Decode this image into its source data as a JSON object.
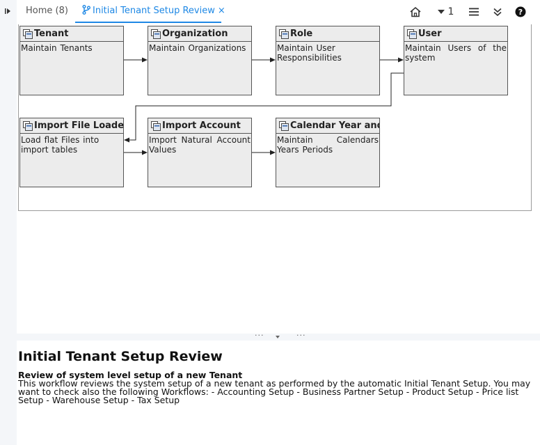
{
  "tabs": {
    "home_label": "Home (8)",
    "active_label": "Initial Tenant Setup Review",
    "close_glyph": "×"
  },
  "toolbar": {
    "window_count": "1"
  },
  "diagram": {
    "nodes": [
      {
        "title": "Tenant",
        "description": "Maintain Tenants"
      },
      {
        "title": "Organization",
        "description": "Maintain Organizations"
      },
      {
        "title": "Role",
        "description": "Maintain User Responsibilities"
      },
      {
        "title": "User",
        "description": "Maintain Users of the system"
      },
      {
        "title": "Import File Loader",
        "description": "Load flat Files into import tables"
      },
      {
        "title": "Import Account",
        "description": "Import Natural Account Values"
      },
      {
        "title": "Calendar Year and",
        "description": "Maintain Calendars Years Periods"
      }
    ]
  },
  "workflow": {
    "title": "Initial Tenant Setup Review",
    "subtitle": "Review of system level setup of a new Tenant",
    "description": "This workflow reviews the system setup of a new tenant as performed by the automatic Initial Tenant Setup. You may want to check also the following Workflows: - Accounting Setup - Business Partner Setup - Product Setup - Price list Setup - Warehouse Setup - Tax Setup"
  },
  "colors": {
    "accent": "#1e88e5",
    "node_fill": "#ececec",
    "panel_bg": "#f4f6f9"
  },
  "icons": [
    "expand-panel-icon",
    "workflow-icon",
    "home-icon",
    "dropdown-caret-icon",
    "hamburger-menu-icon",
    "collapse-icon",
    "help-icon",
    "workflow-node-icon"
  ]
}
